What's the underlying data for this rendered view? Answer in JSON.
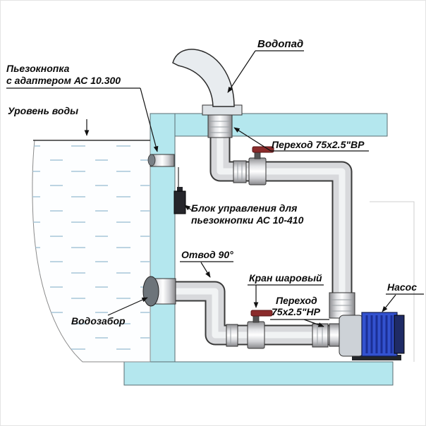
{
  "labels": {
    "waterfall": "Водопад",
    "piezo_line1": "Пьезокнопка",
    "piezo_line2": "с адаптером АС 10.300",
    "water_level": "Уровень воды",
    "adapter_vr": "Переход 75х2.5\"ВР",
    "control_line1": "Блок управления для",
    "control_line2": "пьезокнопки АС 10-410",
    "elbow90": "Отвод 90°",
    "ball_valve": "Кран шаровый",
    "adapter_nr_line1": "Переход",
    "adapter_nr_line2": "75х2.5\"НР",
    "intake": "Водозабор",
    "pump": "Насос"
  },
  "colors": {
    "wall": "#b4e7ee",
    "pipe": "#d8d9dc",
    "pump_blue": "#3352cf",
    "valve_red": "#8b2b2b"
  }
}
